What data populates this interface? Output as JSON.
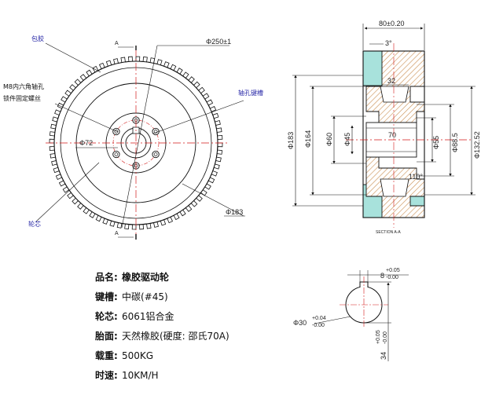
{
  "front_view": {
    "callout_tire": "包胶",
    "callout_bolt_line1": "M8内六角轴孔",
    "callout_bolt_line2": "锁件固定螺丝",
    "callout_keyway": "轴孔键槽",
    "callout_core": "轮芯",
    "dim_outer": "Φ250±1",
    "dim_bolt_circle": "Φ72",
    "dim_core": "Φ183",
    "section_mark": "A"
  },
  "section_view": {
    "dim_width": "80±0.20",
    "dim_angle_top": "3°",
    "dim_angle_bottom": "110°",
    "dim_32": "32",
    "dim_70": "70",
    "dim_183": "Φ183",
    "dim_164": "Φ164",
    "dim_60": "Φ60",
    "dim_45": "Φ45",
    "dim_55": "Φ55",
    "dim_88_5": "Φ88.5",
    "dim_132_52": "Φ132.52",
    "section_label": "SECTION A-A"
  },
  "keyway_detail": {
    "dim_key_width": "8",
    "dim_key_width_tol_upper": "+0.05",
    "dim_key_width_tol_lower": "-0.00",
    "dim_bore": "Φ30",
    "dim_bore_tol_upper": "+0.04",
    "dim_bore_tol_lower": "-0.00",
    "dim_key_depth": "34",
    "dim_key_depth_tol_upper": "+0.05",
    "dim_key_depth_tol_lower": "-0.00"
  },
  "specs": {
    "line1_label": "品名:",
    "line1_value": "橡胶驱动轮",
    "line2_label": "键槽:",
    "line2_value": "中碳(#45)",
    "line3_label": "轮芯:",
    "line3_value": "6061铝合金",
    "line4_label": "胎面:",
    "line4_value": "天然橡胶(硬度: 邵氏70A)",
    "line5_label": "载重:",
    "line5_value": "500KG",
    "line6_label": "时速:",
    "line6_value": "10KM/H"
  },
  "colors": {
    "line": "#111111",
    "center_line": "#d21a1a",
    "rubber_fill": "#a8e2dc",
    "hatch": "#d7a36a",
    "callout_text": "#2a2aa8"
  }
}
